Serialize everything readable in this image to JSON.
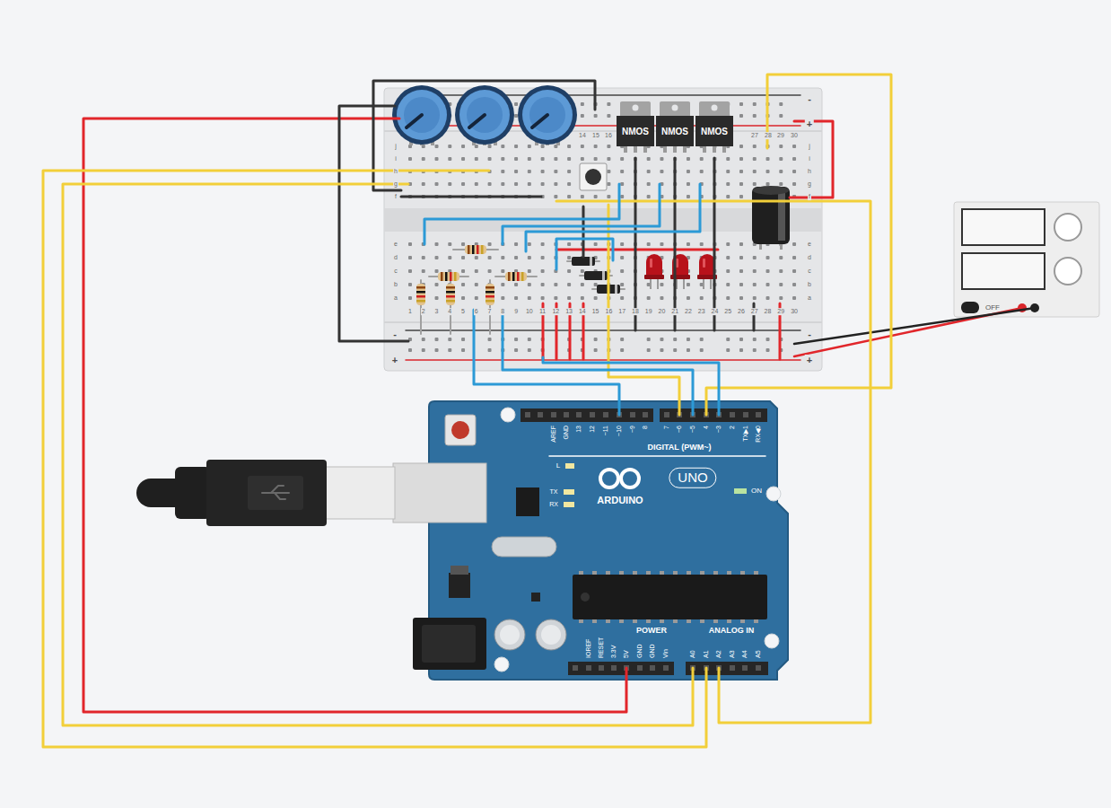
{
  "diagram": {
    "nodes": [
      {
        "text": [
          "NMOS"
        ]
      },
      {
        "text": [
          "NMOS"
        ]
      },
      {
        "text": [
          "NMOS"
        ]
      }
    ],
    "labels": [
      "14",
      "15",
      "16",
      "27",
      "28",
      "29",
      "30",
      "j",
      "i",
      "h",
      "g",
      "f",
      "e",
      "d",
      "c",
      "b",
      "a",
      "j",
      "i",
      "h",
      "g",
      "f",
      "e",
      "d",
      "c",
      "b",
      "a",
      "1",
      "2",
      "3",
      "4",
      "5",
      "6",
      "7",
      "8",
      "9",
      "10",
      "11",
      "12",
      "13",
      "14",
      "15",
      "16",
      "17",
      "18",
      "19",
      "20",
      "21",
      "22",
      "23",
      "24",
      "25",
      "26",
      "27",
      "28",
      "29",
      "30",
      "-",
      "+",
      "-",
      "+",
      "-",
      "+",
      "AREF",
      "GND",
      "13",
      "12",
      "~11",
      "~10",
      "~9",
      "8",
      "7",
      "~6",
      "~5",
      "4",
      "~3",
      "2",
      "TX▶1",
      "RX◀0",
      "DIGITAL (PWM~)",
      "L",
      "TX",
      "RX",
      "ARDUINO",
      "UNO",
      "ON",
      "IOREF",
      "RESET",
      "3.3V",
      "5V",
      "GND",
      "GND",
      "Vin",
      "POWER",
      "ANALOG IN",
      "A0",
      "A1",
      "A2",
      "A3",
      "A4",
      "A5",
      "OFF"
    ]
  }
}
